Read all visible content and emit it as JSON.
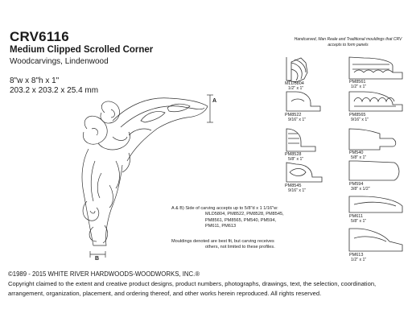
{
  "header": {
    "title": "CRV6116",
    "subtitle": "Medium Clipped Scrolled Corner",
    "material": "Woodcarvings, Lindenwood",
    "dim_imperial": "8\"w x 8\"h x 1\"",
    "dim_metric": "203.2 x 203.2 x 25.4 mm"
  },
  "drawing": {
    "marker_a": "A",
    "marker_b": "B"
  },
  "mouldings": {
    "note": "Handcarved, Man Reale and Traditional mouldings that CRV accepts to form panels",
    "left": [
      {
        "code": "MLD5804",
        "size": "1/2\" x 1\""
      },
      {
        "code": "PM8522",
        "size": "9/16\" x 1\""
      },
      {
        "code": "PM8528",
        "size": "5/8\" x 1\""
      },
      {
        "code": "PM8545",
        "size": "9/16\" x 1\""
      }
    ],
    "right": [
      {
        "code": "PM8561",
        "size": "1/2\" x 1\""
      },
      {
        "code": "PM8565",
        "size": "9/16\" x 1\""
      },
      {
        "code": "PM540",
        "size": "5/8\" x 1\""
      },
      {
        "code": "PM594",
        "size": "3/8\" x 1/2\""
      },
      {
        "code": "PM611",
        "size": "5/8\" x 1\""
      },
      {
        "code": "PM613",
        "size": "1/2\" x 1\""
      }
    ]
  },
  "notes": {
    "ab_line1": "A & B)   Side of carving accepts up to 5/8\"d x 1 1/16\"w:",
    "ab_line2": "MLD5804, PM8522, PM8528, PM8545,",
    "ab_line3": "PM8561, PM8565, PM540, PM594,",
    "ab_line4": "PM611, PM613",
    "mold_line1": "Mouldings denoted are best fit, but carving receives",
    "mold_line2": "others, not limited to these profiles."
  },
  "footer": {
    "copyright": "©1989 - 2015 WHITE RIVER HARDWOODS-WOODWORKS, INC.®",
    "claim": "Copyright claimed to the extent and creative product designs, product numbers, photographs, drawings, text, the selection, coordination, arrangement, organization, placement, and ordering thereof, and other works herein reproduced. All rights reserved."
  }
}
